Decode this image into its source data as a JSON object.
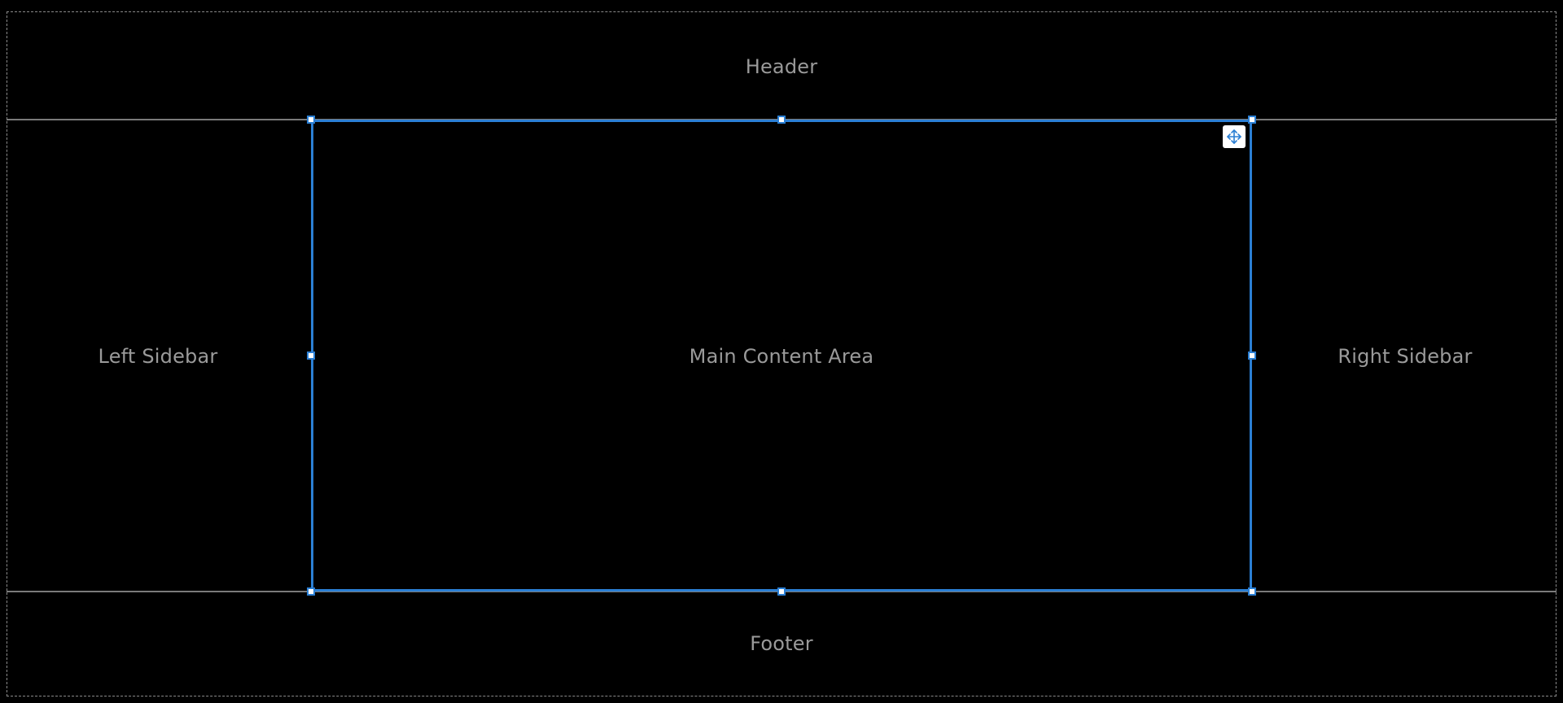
{
  "regions": {
    "header": "Header",
    "left_sidebar": "Left Sidebar",
    "main": "Main Content Area",
    "right_sidebar": "Right Sidebar",
    "footer": "Footer"
  },
  "selection": {
    "target": "Main Content Area",
    "handles": [
      "top-left",
      "top-center",
      "top-right",
      "middle-left",
      "middle-right",
      "bottom-left",
      "bottom-center",
      "bottom-right"
    ],
    "move_icon": "move-arrows-icon"
  },
  "colors": {
    "background": "#000000",
    "label_text": "#9a9a9a",
    "divider": "#7a7a7a",
    "selection_accent": "#2b7fd4",
    "handle_fill": "#ffffff"
  }
}
